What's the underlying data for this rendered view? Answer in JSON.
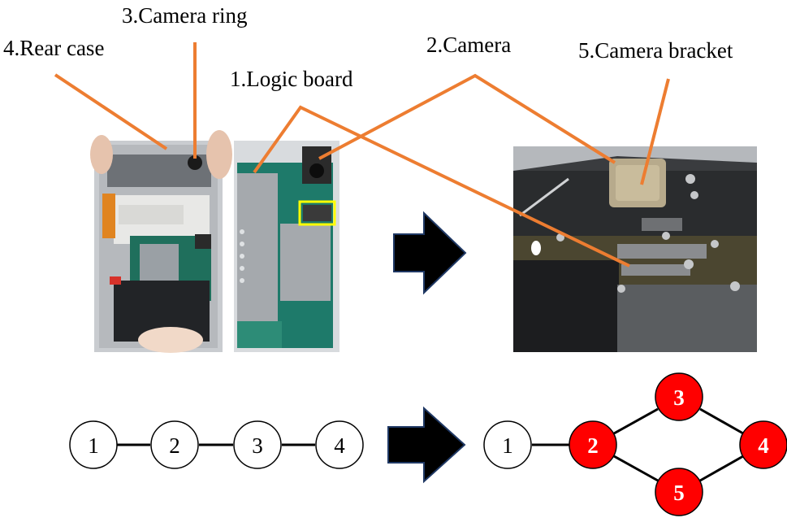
{
  "labels": {
    "rear_case": "4.Rear case",
    "camera_ring": "3.Camera ring",
    "logic_board": "1.Logic board",
    "camera": "2.Camera",
    "camera_bracket": "5.Camera bracket"
  },
  "graph_before": {
    "nodes": [
      "1",
      "2",
      "3",
      "4"
    ],
    "edges": [
      [
        "1",
        "2"
      ],
      [
        "2",
        "3"
      ],
      [
        "3",
        "4"
      ]
    ]
  },
  "graph_after": {
    "nodes": [
      "1",
      "2",
      "3",
      "4",
      "5"
    ],
    "highlighted": [
      "2",
      "3",
      "4",
      "5"
    ],
    "edges": [
      [
        "1",
        "2"
      ],
      [
        "2",
        "3"
      ],
      [
        "2",
        "5"
      ],
      [
        "3",
        "4"
      ],
      [
        "5",
        "4"
      ]
    ]
  },
  "colors": {
    "leader_line": "#ED7D31",
    "node_highlight": "#FF0000",
    "node_default": "#FFFFFF",
    "arrow": "#000000",
    "arrow_edge": "#1F3864",
    "selection_box": "#FFFF00"
  }
}
